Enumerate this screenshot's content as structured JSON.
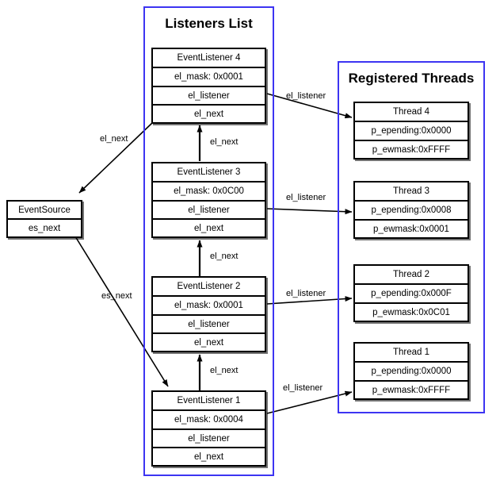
{
  "diagram": {
    "title_listeners": "Listeners List",
    "title_threads": "Registered Threads",
    "accent_color": "#3d34f2",
    "line_color": "#000000",
    "background_color": "#ffffff"
  },
  "event_source": {
    "name": "EventSource",
    "fields": [
      "es_next"
    ]
  },
  "listeners": [
    {
      "name": "EventListener 4",
      "fields": [
        "el_mask: 0x0001",
        "el_listener",
        "el_next"
      ]
    },
    {
      "name": "EventListener 3",
      "fields": [
        "el_mask: 0x0C00",
        "el_listener",
        "el_next"
      ]
    },
    {
      "name": "EventListener 2",
      "fields": [
        "el_mask: 0x0001",
        "el_listener",
        "el_next"
      ]
    },
    {
      "name": "EventListener 1",
      "fields": [
        "el_mask: 0x0004",
        "el_listener",
        "el_next"
      ]
    }
  ],
  "threads": [
    {
      "name": "Thread 4",
      "fields": [
        "p_epending:0x0000",
        "p_ewmask:0xFFFF"
      ]
    },
    {
      "name": "Thread 3",
      "fields": [
        "p_epending:0x0008",
        "p_ewmask:0x0001"
      ]
    },
    {
      "name": "Thread 2",
      "fields": [
        "p_epending:0x000F",
        "p_ewmask:0x0C01"
      ]
    },
    {
      "name": "Thread 1",
      "fields": [
        "p_epending:0x0000",
        "p_ewmask:0xFFFF"
      ]
    }
  ],
  "edge_labels": {
    "el_next_source_to_l4": "el_next",
    "es_next_source_to_l1": "es_next",
    "el_next_l3_to_l4": "el_next",
    "el_next_l2_to_l3": "el_next",
    "el_next_l1_to_l2": "el_next",
    "el_listener_l4_to_t4": "el_listener",
    "el_listener_l3_to_t3": "el_listener",
    "el_listener_l2_to_t2": "el_listener",
    "el_listener_l1_to_t1": "el_listener"
  }
}
